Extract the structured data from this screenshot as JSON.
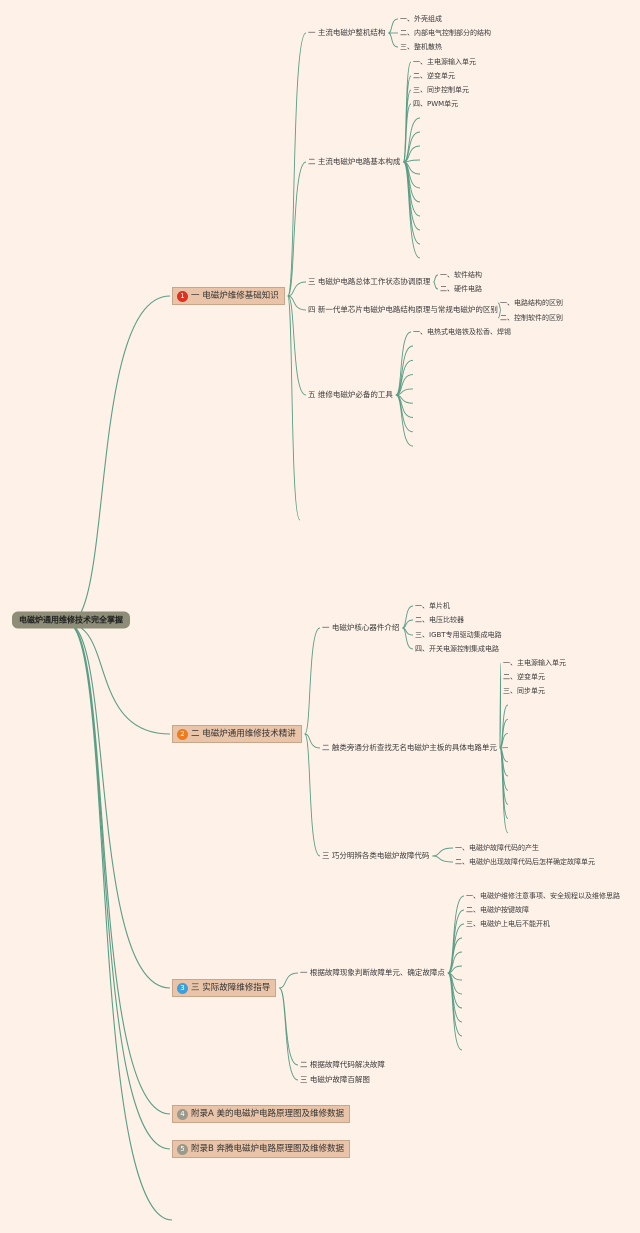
{
  "root": "电磁炉通用维修技术完全掌握",
  "colors": {
    "background": "#fdf1e8",
    "line": "#5a9e86",
    "badge1": "#e0301e",
    "badge2": "#f07a1e",
    "badge3": "#3aa0e0",
    "badge_gray": "#9a9a8c"
  },
  "chapters": [
    {
      "num": "1",
      "label": "一 电磁炉维修基础知识",
      "children": [
        {
          "label": "一 主流电磁炉整机结构",
          "children": [
            "一、外壳组成",
            "二、内部电气控制部分的结构",
            "三、整机散热"
          ]
        },
        {
          "label": "二 主流电磁炉电路基本构成",
          "children": [
            "一、主电源输入单元",
            "二、逆变单元",
            "三、同步控制单元",
            "四、PWM单元"
          ]
        },
        {
          "label": "三 电磁炉电路总体工作状态协调原理",
          "children": [
            "一、软件结构",
            "二、硬件电路"
          ]
        },
        {
          "label": "四 新一代单芯片电磁炉电路结构原理与常规电磁炉的区别",
          "children": [
            "一、电路结构的区别",
            "二、控制软件的区别"
          ]
        },
        {
          "label": "五 维修电磁炉必备的工具",
          "children": [
            "一、电热式电烙铁及松香、焊锡"
          ]
        }
      ]
    },
    {
      "num": "2",
      "label": "二 电磁炉通用维修技术精讲",
      "children": [
        {
          "label": "一 电磁炉核心器件介绍",
          "children": [
            "一、单片机",
            "二、电压比较器",
            "三、IGBT专用驱动集成电路",
            "四、开关电源控制集成电路"
          ]
        },
        {
          "label": "二 触类旁通分析查找无名电磁炉主板的具体电路单元",
          "children": [
            "一、主电源输入单元",
            "二、逆变单元",
            "三、同步单元"
          ]
        },
        {
          "label": "三 巧分明辨各类电磁炉故障代码",
          "children": [
            "一、电磁炉故障代码的产生",
            "二、电磁炉出现故障代码后怎样确定故障单元"
          ]
        }
      ]
    },
    {
      "num": "3",
      "label": "三 实际故障维修指导",
      "children": [
        {
          "label": "一 根据故障现象判断故障单元、确定故障点",
          "children": [
            "一、电磁炉维修注意事项、安全规程以及维修思路",
            "二、电磁炉按键故障",
            "三、电磁炉上电后不能开机"
          ]
        },
        {
          "label": "二 根据故障代码解决故障"
        },
        {
          "label": "三 电磁炉故障百解图"
        }
      ]
    },
    {
      "num": "4",
      "label": "附录A 美的电磁炉电路原理图及维修数据"
    },
    {
      "num": "5",
      "label": "附录B 奔腾电磁炉电路原理图及维修数据"
    }
  ]
}
